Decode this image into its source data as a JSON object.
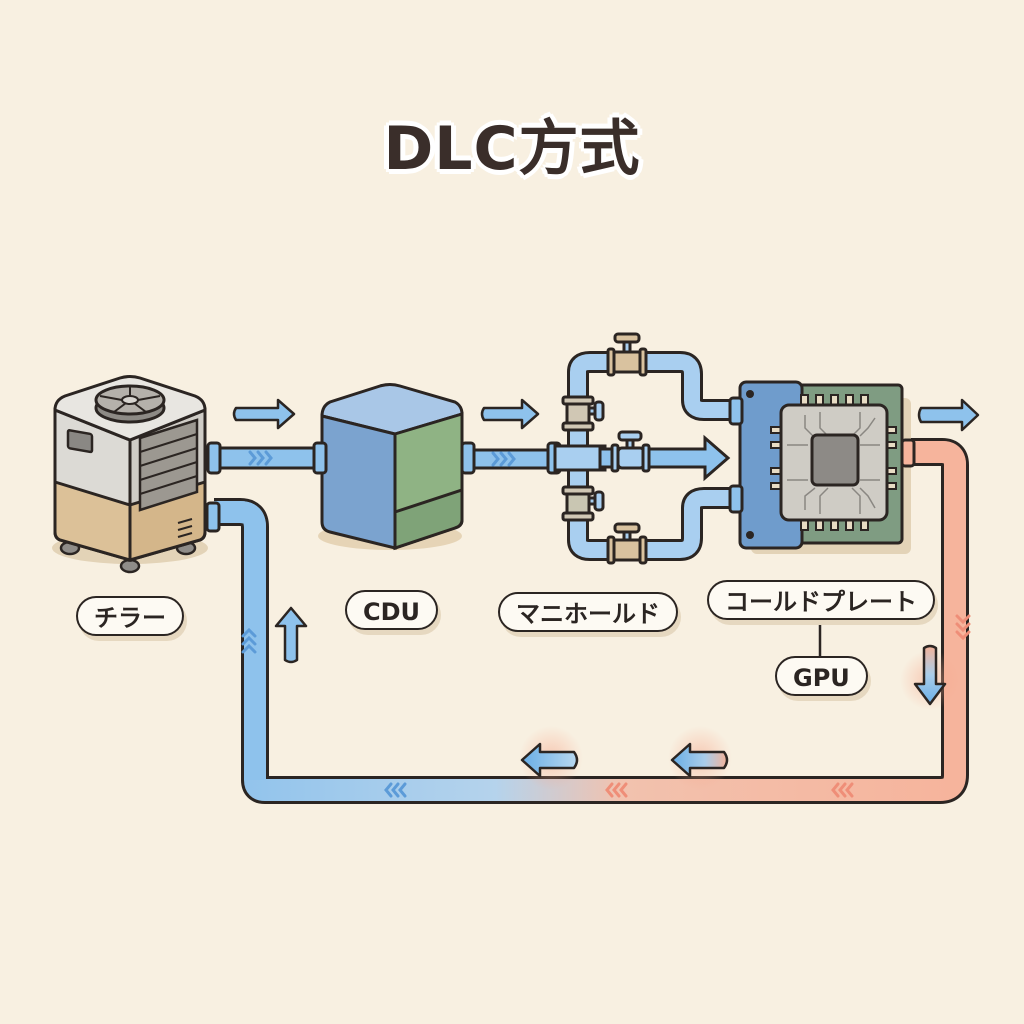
{
  "title": "DLC方式",
  "components": {
    "chiller": {
      "label": "チラー"
    },
    "cdu": {
      "label": "CDU"
    },
    "manifold": {
      "label": "マニホールド"
    },
    "cold_plate": {
      "label": "コールドプレート"
    },
    "gpu": {
      "label": "GPU"
    }
  },
  "flow": {
    "supply_direction": "chiller → CDU → manifold → cold plate",
    "return_direction": "cold plate → chiller",
    "cool_color": "#8ec2ec",
    "warm_color": "#f6b49c"
  },
  "colors": {
    "background": "#f8f0e1",
    "outline": "#2b2522",
    "cdu_front": "#7ba3cf",
    "cdu_side": "#8fb384",
    "chiller_body": "#d9d6d0",
    "chiller_base": "#dcc198",
    "pcb": "#7f9c82",
    "manifold_block": "#6f9ccc"
  }
}
